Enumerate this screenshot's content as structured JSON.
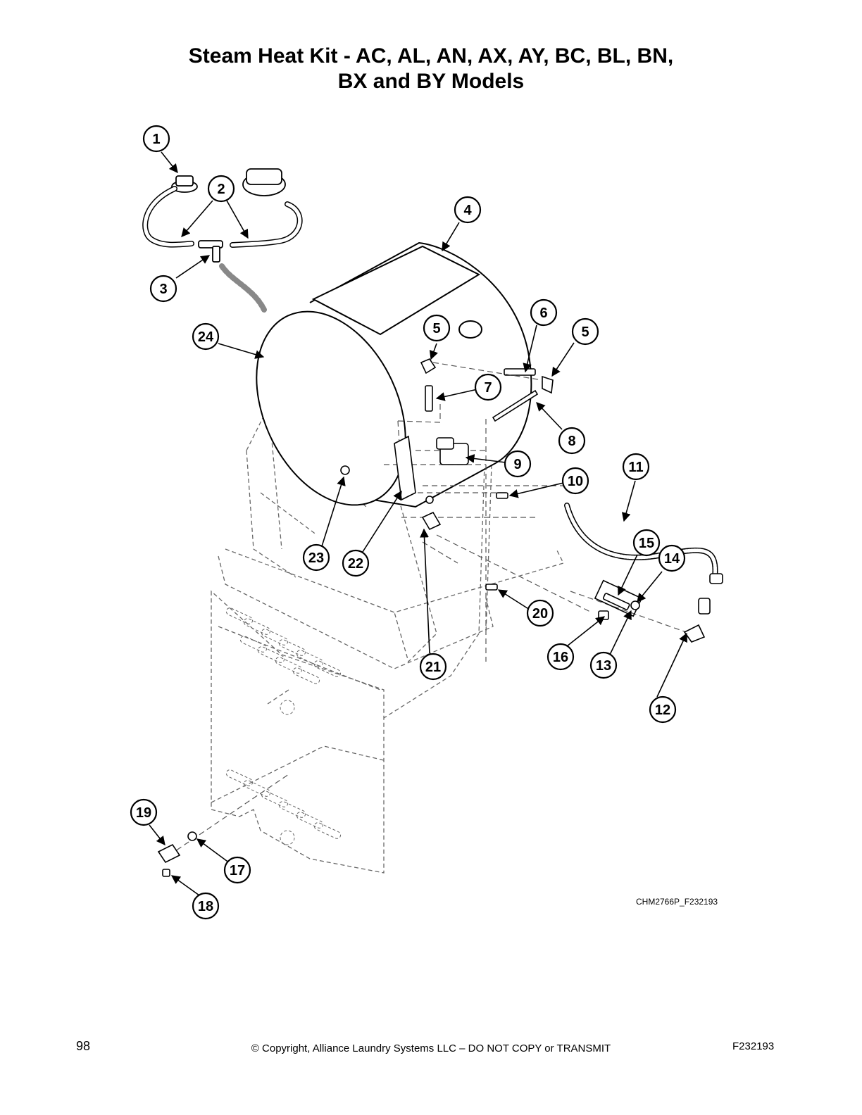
{
  "title": {
    "line1": "Steam Heat Kit - AC, AL, AN, AX, AY, BC, BL, BN,",
    "line2": "BX and BY Models"
  },
  "callouts": [
    {
      "label": "1"
    },
    {
      "label": "2"
    },
    {
      "label": "3"
    },
    {
      "label": "4"
    },
    {
      "label": "5"
    },
    {
      "label": "5"
    },
    {
      "label": "6"
    },
    {
      "label": "7"
    },
    {
      "label": "8"
    },
    {
      "label": "9"
    },
    {
      "label": "10"
    },
    {
      "label": "11"
    },
    {
      "label": "12"
    },
    {
      "label": "13"
    },
    {
      "label": "14"
    },
    {
      "label": "15"
    },
    {
      "label": "16"
    },
    {
      "label": "17"
    },
    {
      "label": "18"
    },
    {
      "label": "19"
    },
    {
      "label": "20"
    },
    {
      "label": "21"
    },
    {
      "label": "22"
    },
    {
      "label": "23"
    },
    {
      "label": "24"
    }
  ],
  "drawing_id": "CHM2766P_F232193",
  "footer": {
    "page_number": "98",
    "copyright": "© Copyright, Alliance Laundry Systems LLC – DO NOT COPY or TRANSMIT",
    "doc_id": "F232193"
  },
  "colors": {
    "line": "#000000",
    "dashed": "#555555",
    "background": "#ffffff"
  }
}
